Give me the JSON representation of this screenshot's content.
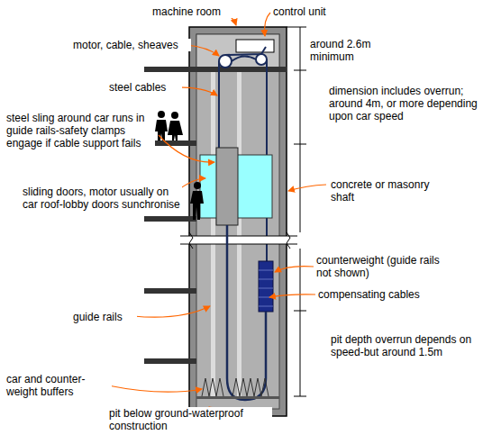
{
  "diagram": {
    "labels": [
      "machine room",
      "control unit",
      "motor, cable, sheaves",
      "around 2.6m minimum",
      "steel cables",
      "dimension includes overrun; around 4m, or more depending upon car speed",
      "steel sling around car runs in guide rails-safety clamps engage if cable support fails",
      "concrete or masonry shaft",
      "sliding doors, motor usually on car roof-lobby doors sunchronise",
      "counterweight (guide rails not shown)",
      "guide rails",
      "compensating cables",
      "pit depth overrun depends on speed-but around 1.5m",
      "car and counter-weight buffers",
      "pit below ground-waterproof construction"
    ]
  }
}
